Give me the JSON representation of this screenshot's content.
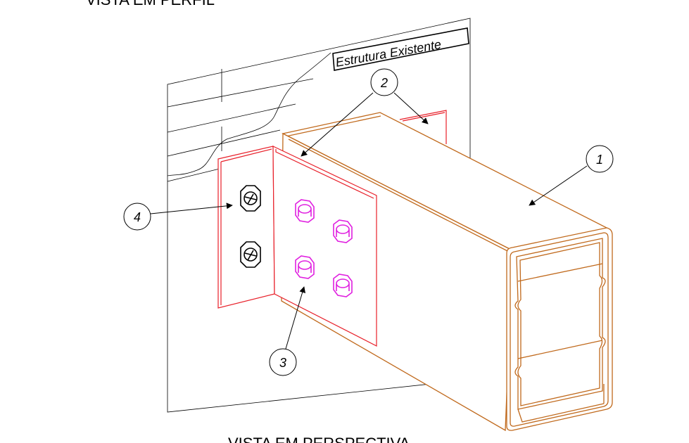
{
  "titles": {
    "top": "VISTA EM PERFIL",
    "bottom": "VISTA EM PERSPECTIVA"
  },
  "wall_label": "Estrutura Existente",
  "callouts": {
    "c1": "1",
    "c2": "2",
    "c3": "3",
    "c4": "4"
  },
  "colors": {
    "beam": "#c0691c",
    "plate": "#e8202a",
    "bolts": "#e020e0",
    "anchors": "#000000",
    "lines": "#000000"
  }
}
